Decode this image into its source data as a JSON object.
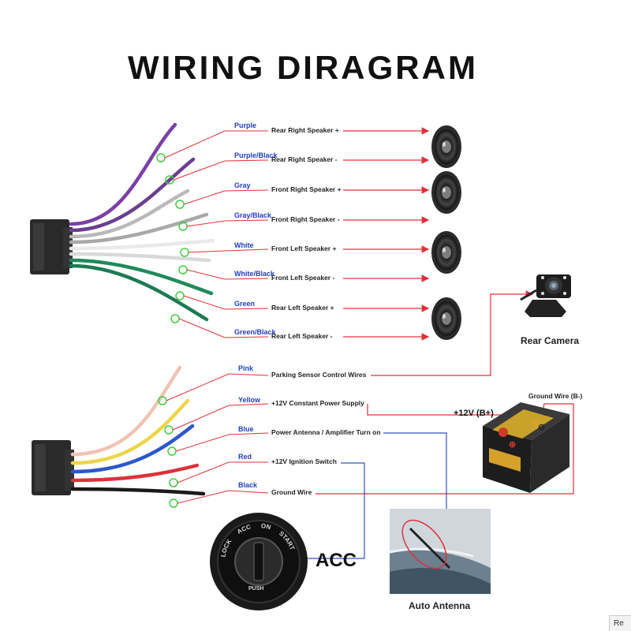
{
  "title": "WIRING DIRAGRAM",
  "speaker_wires": [
    {
      "color": "Purple",
      "function": "Rear Right Speaker +",
      "wire_color": "#7b3fa6"
    },
    {
      "color": "Purple/Black",
      "function": "Rear Right Speaker -",
      "wire_color": "#6a3f8e"
    },
    {
      "color": "Gray",
      "function": "Front Right Speaker +",
      "wire_color": "#b9b9b9"
    },
    {
      "color": "Gray/Black",
      "function": "Front Right Speaker -",
      "wire_color": "#a8a8a8"
    },
    {
      "color": "White",
      "function": "Front Left Speaker +",
      "wire_color": "#e9e9e9"
    },
    {
      "color": "White/Black",
      "function": "Front Left Speaker -",
      "wire_color": "#d9d9d9"
    },
    {
      "color": "Green",
      "function": "Rear Left Speaker +",
      "wire_color": "#1f8a5a"
    },
    {
      "color": "Green/Black",
      "function": "Rear Left Speaker -",
      "wire_color": "#1c7a52"
    }
  ],
  "power_wires": [
    {
      "color": "Pink",
      "function": "Parking Sensor Control Wires",
      "wire_color": "#f0c4b4"
    },
    {
      "color": "Yellow",
      "function": "+12V Constant Power Supply",
      "wire_color": "#ecd54a"
    },
    {
      "color": "Blue",
      "function": "Power Antenna / Amplifier Turn on",
      "wire_color": "#2b57c9"
    },
    {
      "color": "Red",
      "function": "+12V  Ignition Switch",
      "wire_color": "#d8343a"
    },
    {
      "color": "Black",
      "function": "Ground Wire",
      "wire_color": "#1a1a1a"
    }
  ],
  "components": {
    "rear_camera": "Rear Camera",
    "ground_wire": "Ground Wire (B-)",
    "battery_plus": "+12V  (B+)",
    "acc": "ACC",
    "auto_antenna": "Auto Antenna",
    "ignition_markings": [
      "LOCK",
      "ACC",
      "ON",
      "START",
      "PUSH"
    ]
  },
  "corner_text": "Re",
  "colors": {
    "label_blue": "#1f3fc4",
    "arrow_red": "#e0303a",
    "antenna_line_blue": "#3050c8",
    "marker_green": "#44cc44"
  }
}
